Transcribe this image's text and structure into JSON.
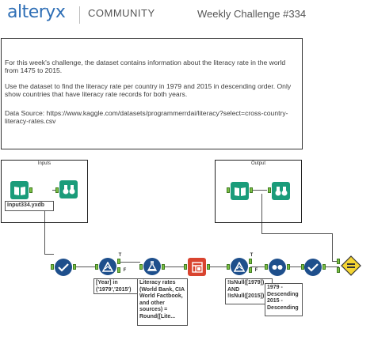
{
  "header": {
    "logo": "alteryx",
    "community": "COMMUNITY",
    "challenge": "Weekly Challenge #334"
  },
  "description": {
    "paragraph1": "For this week's challenge, the dataset contains information about the literacy rate in the world from 1475 to 2015.",
    "paragraph2": "Use the dataset to find the literacy rate per country in 1979 and 2015 in descending order. Only show countries that have literacy rate records for both years.",
    "paragraph3": "Data Source: https://www.kaggle.com/datasets/programmerrdai/literacy?select=cross-country-literacy-rates.csv"
  },
  "containers": {
    "input_title": "Inputs",
    "output_title": "Output"
  },
  "annotations": {
    "input_file": "Input334.yxdb",
    "filter1": "[Year] in ('1979','2015')",
    "formula": "Literacy rates (World Bank, CIA World Factbook, and other sources) = Round([Lite...",
    "filter2": "!IsNull([1979]) AND !IsNull([2015])",
    "sort": "1979 - Descending\n2015 - Descending"
  },
  "anchor_labels": {
    "true": "T",
    "false": "F"
  },
  "colors": {
    "logo": "#2f6fb6",
    "prep_blue": "#1e4f8c",
    "formula_blue": "#1e4f8c",
    "input_green": "#1a9c7a",
    "transform_red": "#d9442f",
    "output_yellow": "#f5d533",
    "anchor_green": "#7cc043"
  },
  "icons": {
    "input": "book-icon",
    "browse": "binoculars-icon",
    "filter": "filter-triangle-icon",
    "formula": "flask-icon",
    "crosstab": "crosstab-icon",
    "sort": "sort-icon",
    "select": "checkmark-icon",
    "output_tool": "equals-icon"
  }
}
